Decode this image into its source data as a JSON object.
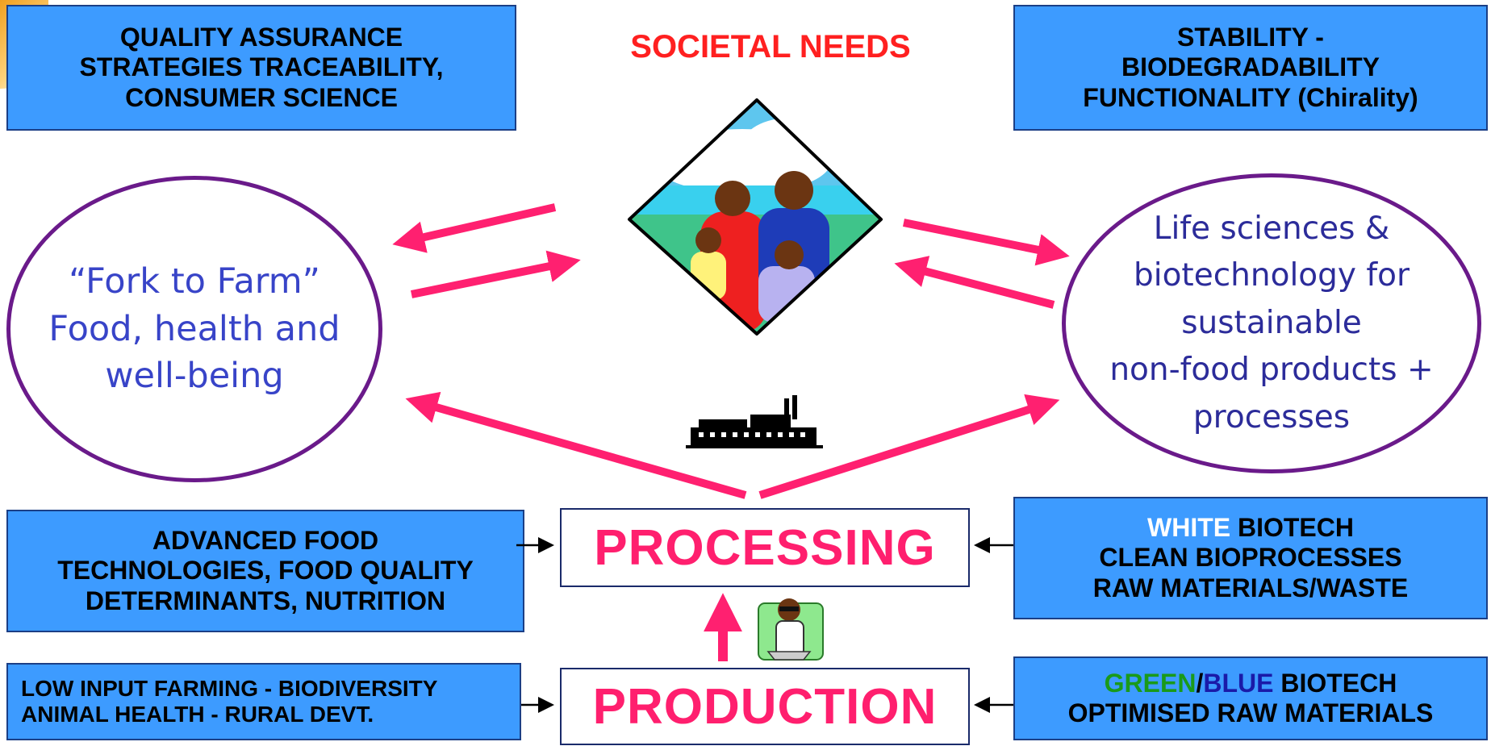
{
  "header": {
    "societal_needs": "SOCIETAL NEEDS"
  },
  "boxes": {
    "top_left": [
      "QUALITY ASSURANCE",
      "STRATEGIES TRACEABILITY,",
      "CONSUMER SCIENCE"
    ],
    "top_right": [
      "STABILITY -",
      "BIODEGRADABILITY",
      "FUNCTIONALITY (Chirality)"
    ],
    "mid_left": [
      "ADVANCED FOOD",
      "TECHNOLOGIES, FOOD QUALITY",
      "DETERMINANTS, NUTRITION"
    ],
    "mid_right": {
      "white_word": "WHITE",
      "white_rest": " BIOTECH",
      "line2": "CLEAN BIOPROCESSES",
      "line3": "RAW MATERIALS/WASTE"
    },
    "bottom_left": [
      "LOW INPUT FARMING - BIODIVERSITY",
      "ANIMAL HEALTH - RURAL DEVT."
    ],
    "bottom_right": {
      "green_word": "GREEN",
      "slash": "/",
      "blue_word": "BLUE",
      "rest": " BIOTECH",
      "line2": "OPTIMISED RAW MATERIALS"
    }
  },
  "ellipses": {
    "left": [
      "“Fork to Farm”",
      "Food, health and",
      "well-being"
    ],
    "right": [
      "Life sciences &",
      "biotechnology for",
      "sustainable",
      "non-food products +",
      "processes"
    ]
  },
  "stages": {
    "processing": "PROCESSING",
    "production": "PRODUCTION"
  },
  "colors": {
    "box_fill": "#3d9bff",
    "arrow_pink": "#ff2070",
    "title_red": "#ff2020",
    "ellipse_border": "#6a1a8a",
    "ellipse_text": "#3844c8",
    "green_word": "#1a9a1a",
    "blue_word": "#1a1aa8"
  },
  "icons": [
    "family-clipart-icon",
    "factory-icon",
    "scientist-icon"
  ]
}
